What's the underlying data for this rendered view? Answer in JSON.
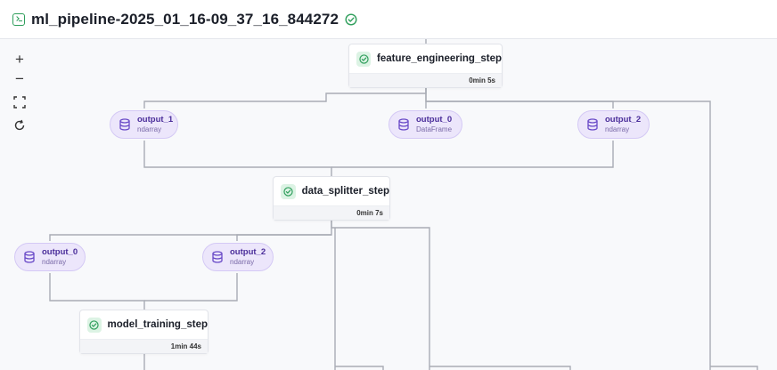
{
  "header": {
    "title": "ml_pipeline-2025_01_16-09_37_16_844272"
  },
  "controls": {
    "zoom_in": "+",
    "zoom_out": "−"
  },
  "steps": [
    {
      "name": "feature_engineering_step",
      "duration": "0min 5s"
    },
    {
      "name": "data_splitter_step",
      "duration": "0min 7s"
    },
    {
      "name": "model_training_step",
      "duration": "1min 44s"
    }
  ],
  "artifacts": [
    {
      "name": "output_1",
      "type": "ndarray"
    },
    {
      "name": "output_0",
      "type": "DataFrame"
    },
    {
      "name": "output_2",
      "type": "ndarray"
    },
    {
      "name": "output_0",
      "type": "ndarray"
    },
    {
      "name": "output_2",
      "type": "ndarray"
    }
  ],
  "colors": {
    "success": "#2e9e5b",
    "artifact_bg": "#ece6fb",
    "artifact_text": "#4a2d9a",
    "edge": "#a9acb5"
  }
}
